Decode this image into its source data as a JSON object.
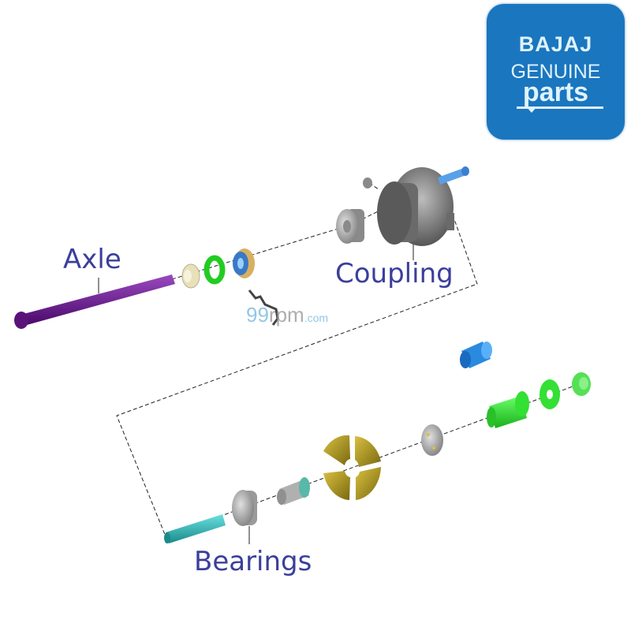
{
  "logo": {
    "brand": "BAJAJ",
    "line2": "GENUINE",
    "line3": "parts",
    "background": "#1a76bf"
  },
  "labels": {
    "axle": "Axle",
    "coupling": "Coupling",
    "bearings": "Bearings"
  },
  "watermark": {
    "prefix": "99",
    "main": "rpm",
    "suffix": ".com"
  },
  "parts": [
    {
      "name": "axle",
      "color": "#6a1a8a"
    },
    {
      "name": "spacer-collar",
      "color": "#e8e0b8"
    },
    {
      "name": "o-ring",
      "color": "#22cc22"
    },
    {
      "name": "oil-seal",
      "color": "#3a78c8"
    },
    {
      "name": "retaining-clip",
      "color": "#555555"
    },
    {
      "name": "coupling-bearing",
      "color": "#a8a8a8"
    },
    {
      "name": "coupling-hub",
      "color": "#777777"
    },
    {
      "name": "coupling-bolt",
      "color": "#5aa0e8"
    },
    {
      "name": "coupling-nut",
      "color": "#777777"
    },
    {
      "name": "blue-bushing",
      "color": "#2a8ae0"
    },
    {
      "name": "green-sleeve",
      "color": "#33e033"
    },
    {
      "name": "green-washer",
      "color": "#33e033"
    },
    {
      "name": "green-nut",
      "color": "#55e055"
    },
    {
      "name": "hub-bearing",
      "color": "#aaaaaa"
    },
    {
      "name": "rubber-damper",
      "color": "#b09a20"
    },
    {
      "name": "spacer",
      "color": "#b0b0b0"
    },
    {
      "name": "wheel-bearing",
      "color": "#bbbbbb"
    },
    {
      "name": "teal-spindle",
      "color": "#2ab0b0"
    }
  ],
  "colors": {
    "label_text": "#3b3f9a",
    "dashed_line": "#222222"
  }
}
